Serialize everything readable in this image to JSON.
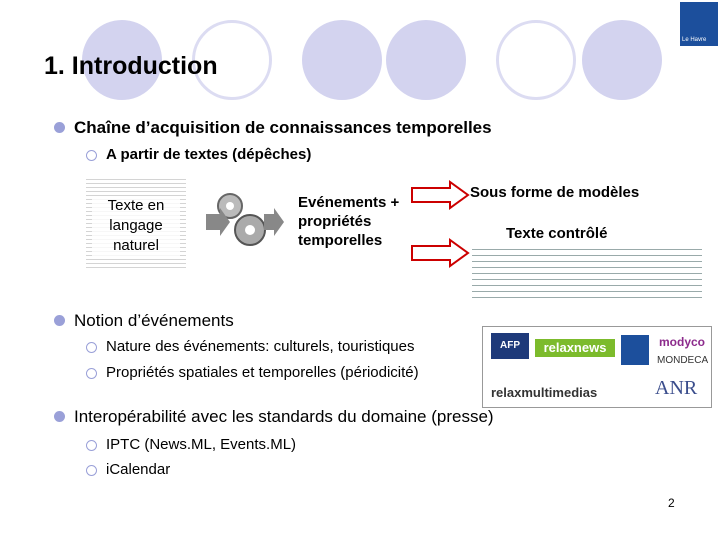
{
  "slide": {
    "title": "1. Introduction",
    "page_number": "2"
  },
  "bullets": {
    "b1": "Chaîne d’acquisition de connaissances temporelles",
    "b1_sub1": "A partir de textes (dépêches)",
    "b2": "Notion d’événements",
    "b2_sub1": "Nature des événements: culturels, touristiques",
    "b2_sub2": "Propriétés spatiales et temporelles (périodicité)",
    "b3": "Interopérabilité avec les standards du domaine (presse)",
    "b3_sub1": "IPTC (News.ML, Events.ML)",
    "b3_sub2": "iCalendar"
  },
  "diagram": {
    "input_label": "Texte en langage naturel",
    "middle_label": "Evénements + propriétés temporelles",
    "output_model": "Sous forme de modèles",
    "output_controlled": "Texte contrôlé"
  },
  "logos": {
    "afp": "AFP",
    "relaxnews": "relaxnews",
    "modyco": "modyco",
    "mondeca": "MONDECA",
    "relaxmultimedias": "relaxmultimedias",
    "anr": "ANR"
  },
  "colors": {
    "circle_fill": "#d3d3ef",
    "bullet": "#9aa0d8",
    "accent_blue": "#1c4f9c"
  }
}
